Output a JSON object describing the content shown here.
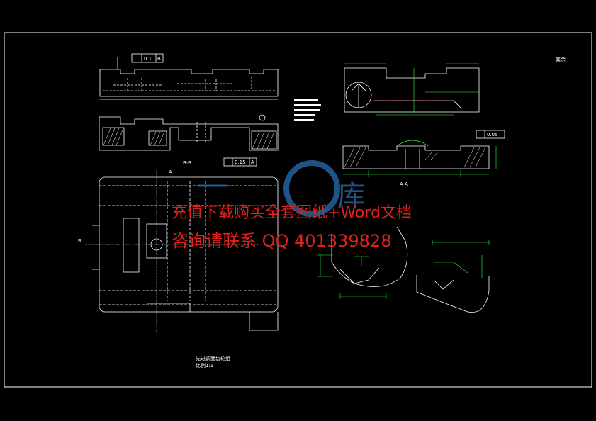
{
  "drawing": {
    "tolerance_frames": [
      "0.1",
      "0.15",
      "0.05"
    ],
    "datum_letters": [
      "B",
      "A"
    ],
    "section_labels": [
      "B-B",
      "A-A"
    ],
    "view_labels": [
      "B",
      "A"
    ],
    "title_note_line1": "先进调面齿轮组",
    "title_note_line2": "比例1:1",
    "corner_note": "其余"
  },
  "watermark": {
    "line1": "充值下载购买全套图纸+Word文档",
    "line2": "咨询请联系 QQ 401339828",
    "logo_text": "库"
  },
  "colors": {
    "background": "#000000",
    "frame": "#ffffff",
    "geometry": "#ffffff",
    "dimensions": "#33ff33",
    "center_line": "#ff3333",
    "watermark_text": "#e0201c",
    "watermark_logo": "#2a6fb0"
  }
}
